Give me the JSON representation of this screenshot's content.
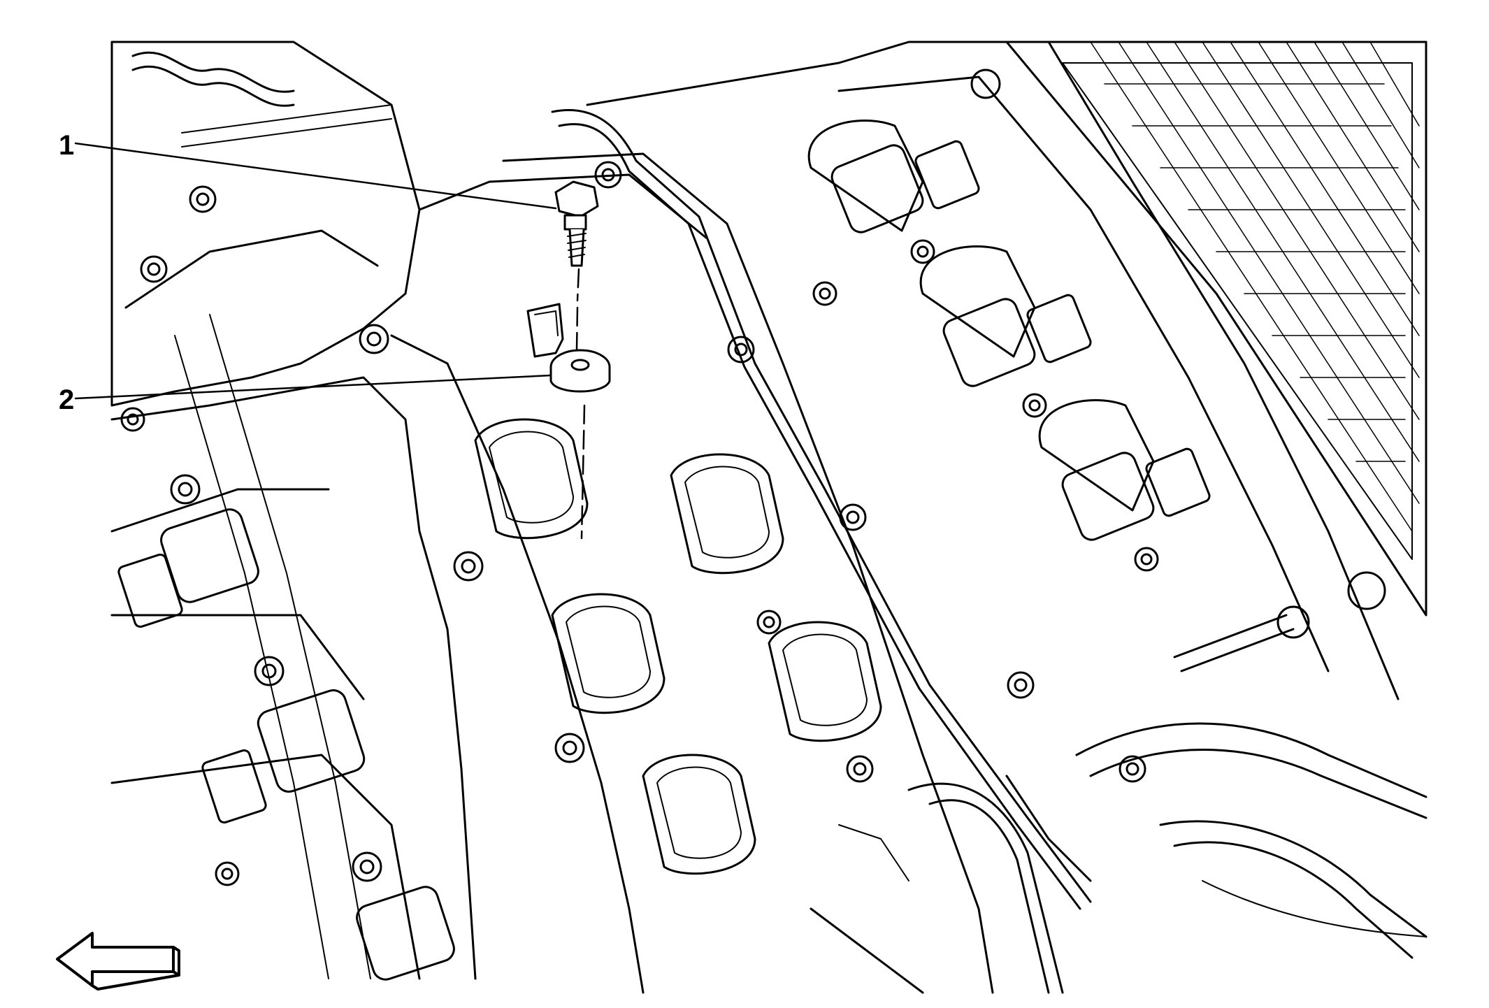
{
  "figure": {
    "callouts": [
      {
        "number": "1",
        "part": "bolt"
      },
      {
        "number": "2",
        "part": "washer"
      }
    ],
    "direction_arrow": {
      "icon": "left-arrow-icon",
      "direction": "left"
    },
    "colors": {
      "line": "#000000",
      "background": "#ffffff"
    }
  }
}
